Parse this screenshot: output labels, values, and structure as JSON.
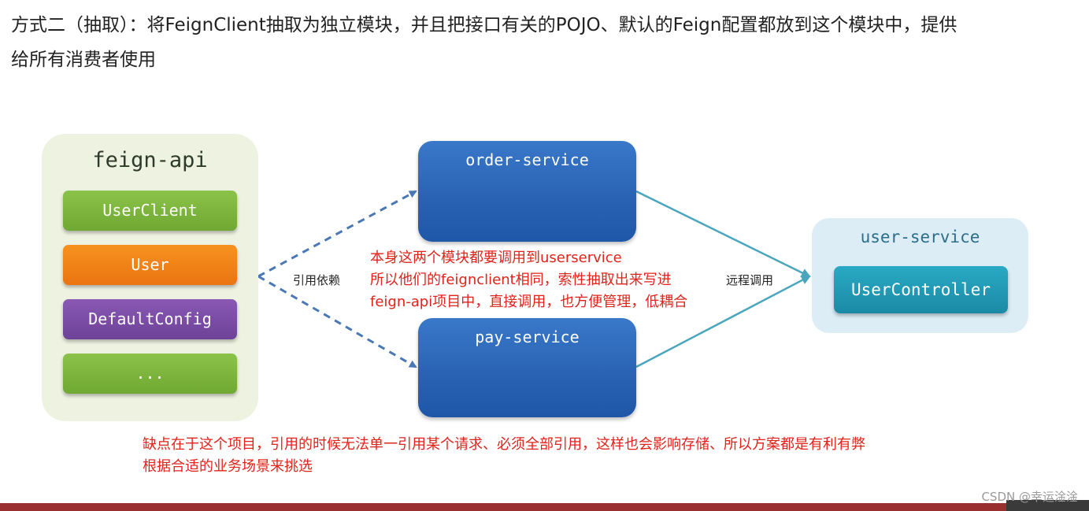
{
  "heading": {
    "line1": "方式二（抽取）：将FeignClient抽取为独立模块，并且把接口有关的POJO、默认的Feign配置都放到这个模块中，提供",
    "line2": "给所有消费者使用"
  },
  "feign_api": {
    "title": "feign-api",
    "items": [
      {
        "label": "UserClient",
        "color": "#7cb342"
      },
      {
        "label": "User",
        "color": "#f0801c"
      },
      {
        "label": "DefaultConfig",
        "color": "#7b4fa6"
      },
      {
        "label": "...",
        "color": "#7cb342"
      }
    ],
    "panel_color": "#eef2e1"
  },
  "services": {
    "order": "order-service",
    "pay": "pay-service"
  },
  "user_service": {
    "title": "user-service",
    "controller": "UserController",
    "panel_color": "#dcedf6",
    "controller_color": "#1e9ab4"
  },
  "edges": {
    "dependency_label": "引用依赖",
    "remote_label": "远程调用"
  },
  "annotations": {
    "middle": [
      "本身这两个模块都要调用到userservice",
      "所以他们的feignclient相同，索性抽取出来写进",
      "feign-api项目中，直接调用，也方便管理，低耦合"
    ],
    "bottom": [
      "缺点在于这个项目，引用的时候无法单一引用某个请求、必须全部引用，这样也会影响存储、所以方案都是有利有弊",
      "根据合适的业务场景来挑选"
    ],
    "color": "#e0231b"
  },
  "watermark": "CSDN @幸运淦淦"
}
